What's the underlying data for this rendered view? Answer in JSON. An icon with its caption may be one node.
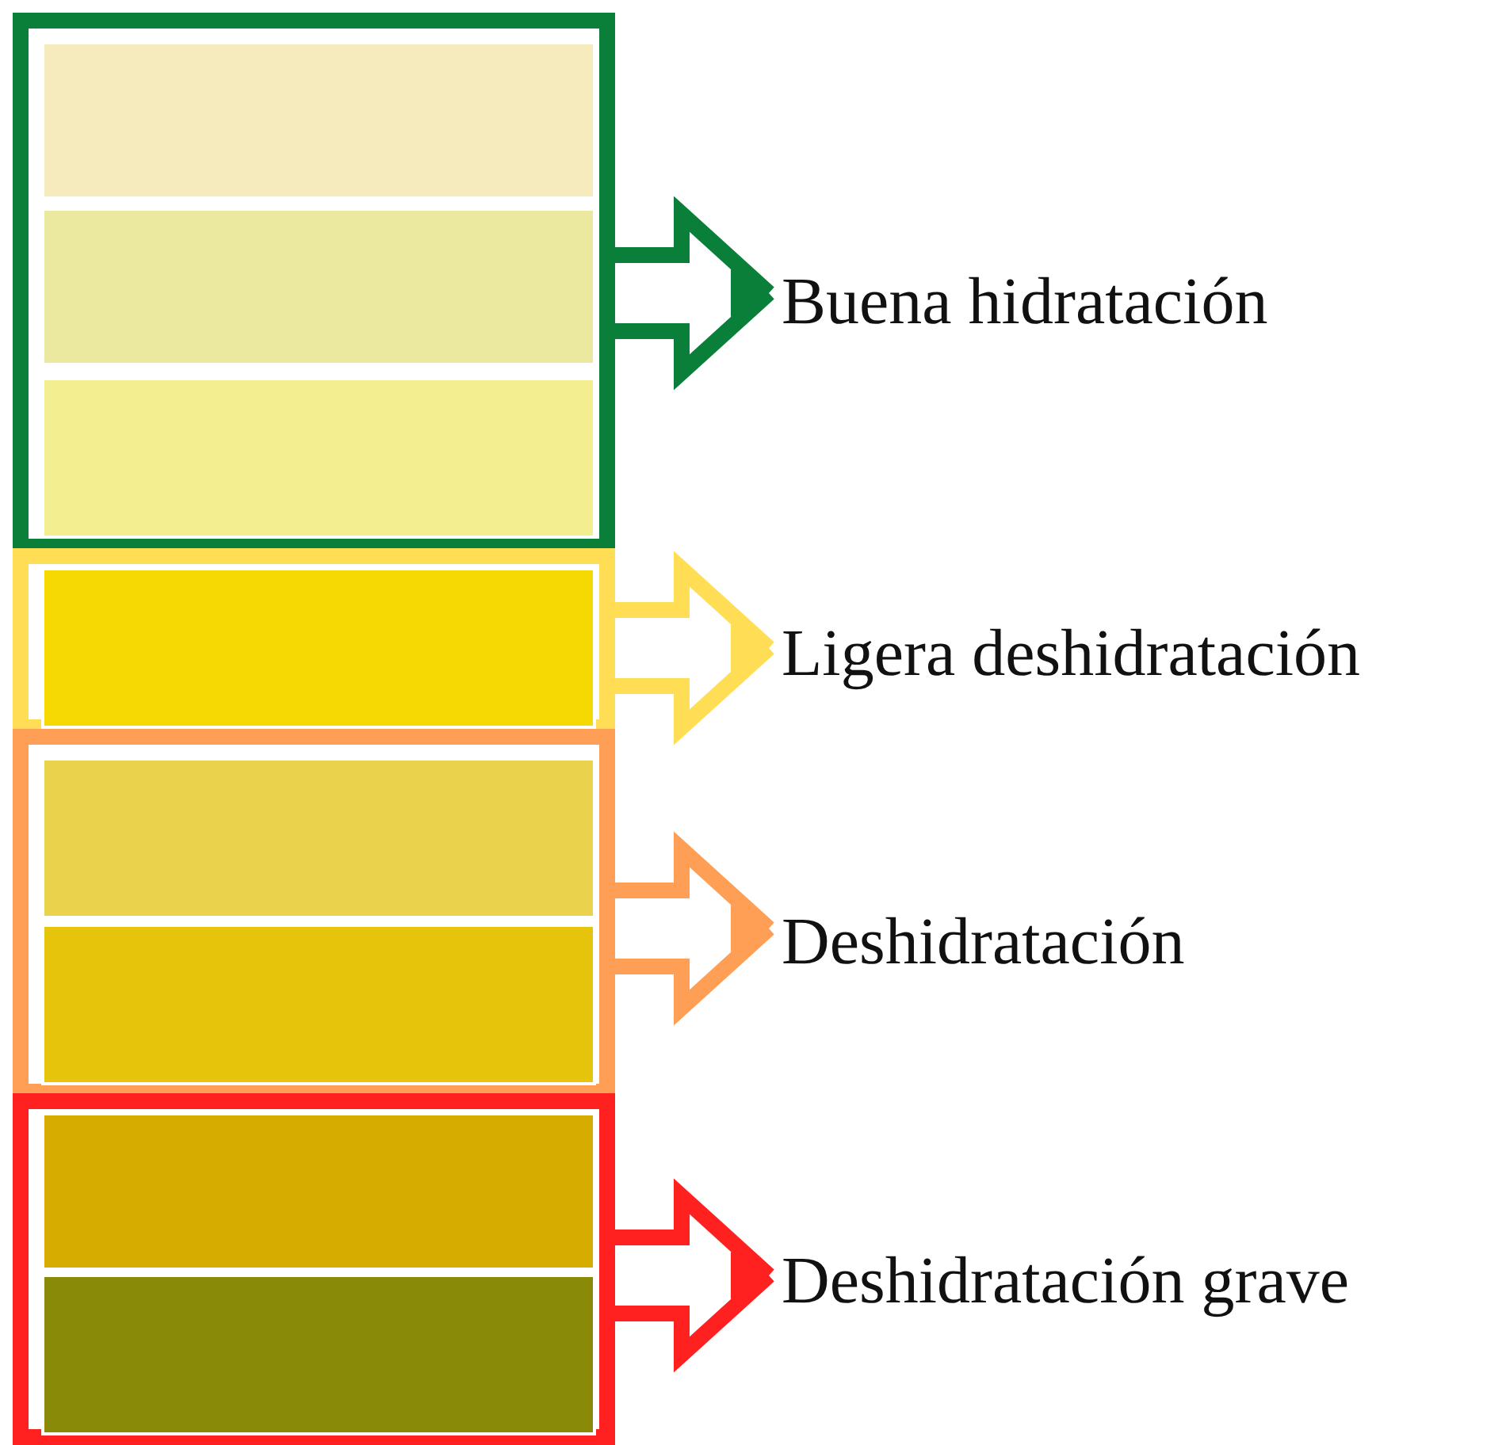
{
  "diagram": {
    "nodes": [
      {
        "text": [],
        "shape": "box"
      },
      {
        "text": [],
        "shape": "box",
        "in": 0
      },
      {
        "text": [],
        "shape": "box",
        "in": 0
      },
      {
        "text": [],
        "shape": "box",
        "in": 0
      },
      {
        "text": [
          "Buena hidratación"
        ]
      },
      {
        "text": [],
        "shape": "box"
      },
      {
        "text": [],
        "shape": "box",
        "in": 5
      },
      {
        "text": [
          "Ligera deshidratación"
        ]
      },
      {
        "text": [],
        "shape": "box"
      },
      {
        "text": [],
        "shape": "box",
        "in": 8
      },
      {
        "text": [],
        "shape": "box",
        "in": 8
      },
      {
        "text": [
          "Deshidratación"
        ]
      },
      {
        "text": [],
        "shape": "box"
      },
      {
        "text": [],
        "shape": "box",
        "in": 12
      },
      {
        "text": [],
        "shape": "box",
        "in": 12
      },
      {
        "text": [
          "Deshidratación grave"
        ]
      }
    ],
    "edges": [
      {
        "from": 0,
        "to": 4,
        "arrow": "to",
        "color": "#0a7f3a"
      },
      {
        "from": 5,
        "to": 7,
        "arrow": "to",
        "color": "#ffdd55"
      },
      {
        "from": 8,
        "to": 11,
        "arrow": "to",
        "color": "#ff9f55"
      },
      {
        "from": 12,
        "to": 15,
        "arrow": "to",
        "color": "#ff2020"
      }
    ]
  }
}
